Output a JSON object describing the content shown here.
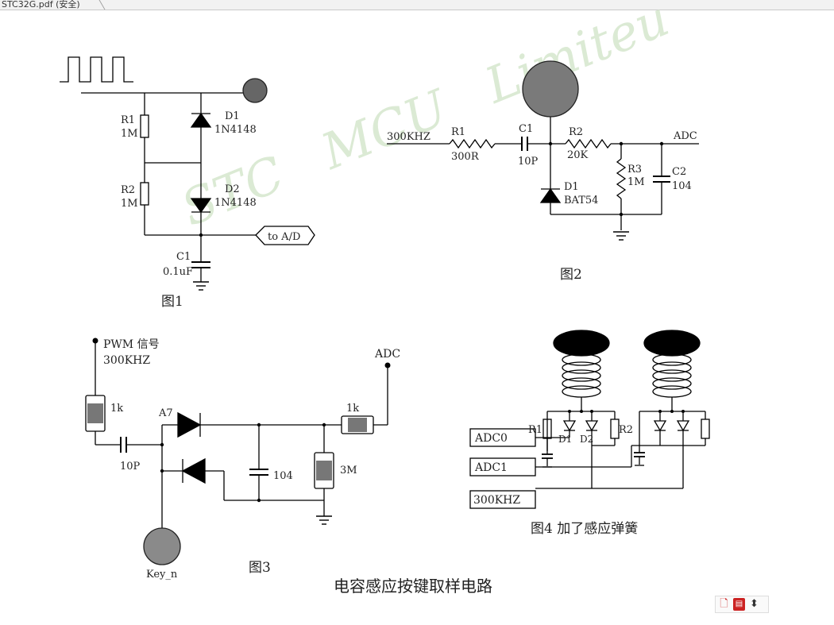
{
  "window": {
    "tab_title": "STC32G.pdf (安全)"
  },
  "watermark": "STC   MCU   Limiteu",
  "fig1": {
    "r1_name": "R1",
    "r1_value": "1M",
    "r2_name": "R2",
    "r2_value": "1M",
    "d1_name": "D1",
    "d1_part": "1N4148",
    "d2_name": "D2",
    "d2_part": "1N4148",
    "c1_name": "C1",
    "c1_value": "0.1uF",
    "output_label": "to A/D",
    "caption": "图1"
  },
  "fig2": {
    "input_label": "300KHZ",
    "r1_name": "R1",
    "r1_value": "300R",
    "c1_name": "C1",
    "c1_value": "10P",
    "r2_name": "R2",
    "r2_value": "20K",
    "output_label": "ADC",
    "d1_name": "D1",
    "d1_part": "BAT54",
    "r3_name": "R3",
    "r3_value": "1M",
    "c2_name": "C2",
    "c2_value": "104",
    "caption": "图2"
  },
  "fig3": {
    "pwm_label": "PWM 信号",
    "freq_label": "300KHZ",
    "res1_value": "1k",
    "cap_value": "10P",
    "diode_label": "A7",
    "res2_value": "1k",
    "adc_label": "ADC",
    "cap2_value": "104",
    "res3_value": "3M",
    "key_label": "Key_n",
    "caption": "图3"
  },
  "fig4": {
    "adc0_label": "ADC0",
    "adc1_label": "ADC1",
    "freq_label": "300KHZ",
    "r1_name": "R1",
    "r2_name": "R2",
    "d1_name": "D1",
    "d2_name": "D2",
    "caption": "图4  加了感应弹簧"
  },
  "page_caption": "电容感应按键取样电路",
  "viewer_tools": {
    "icon1": "document-icon",
    "icon2": "pdf-icon",
    "icon3": "stepper-icon",
    "icon3_glyph": "⬍"
  }
}
